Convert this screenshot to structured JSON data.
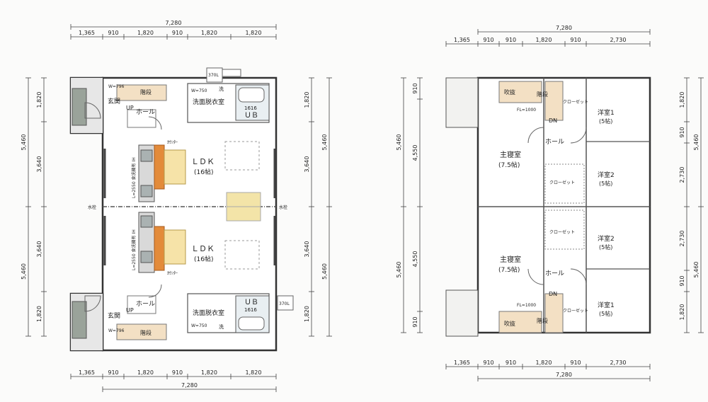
{
  "floor1": {
    "total_width": "7,280",
    "top_dims": [
      "1,365",
      "910",
      "1,820",
      "910",
      "1,820",
      "1,820"
    ],
    "bottom_dims": [
      "1,365",
      "910",
      "1,820",
      "910",
      "1,820",
      "1,820"
    ],
    "left_dims_outer": [
      "5,460",
      "5,460"
    ],
    "left_dims_inner": [
      "1,820",
      "3,640",
      "3,640",
      "1,820"
    ],
    "right_dims_outer": [
      "5,460",
      "5,460"
    ],
    "right_dims_inner": [
      "1,820",
      "3,640",
      "3,640",
      "1,820"
    ],
    "rooms": {
      "genkan": "玄関",
      "kaidan": "階段",
      "hall": "ホール",
      "senmen": "洗面脱衣室",
      "ub_size": "1616",
      "ub": "ＵＢ",
      "ldk": "ＬＤＫ",
      "ldk_size": "(16帖)",
      "counter": "ｶｳﾝﾀｰ",
      "kitchen_note": "L=2550 食洗機有 IH",
      "up": "UP",
      "shoe": "W=796",
      "wash_w": "W=750",
      "tank": "370L",
      "mizumoto": "水栓",
      "wash": "洗"
    }
  },
  "floor2": {
    "total_width": "7,280",
    "top_dims": [
      "1,365",
      "910",
      "910",
      "1,820",
      "910",
      "2,730"
    ],
    "bottom_dims": [
      "1,365",
      "910",
      "910",
      "1,820",
      "910",
      "2,730"
    ],
    "left_dims_outer": [
      "5,460",
      "5,460"
    ],
    "left_dims_inner": [
      "910",
      "4,550",
      "4,550",
      "910"
    ],
    "right_dims_outer": [
      "5,460",
      "5,460"
    ],
    "right_dims_inner": [
      "1,820",
      "910",
      "2,730",
      "2,730",
      "910",
      "1,820"
    ],
    "rooms": {
      "fukinuke": "吹抜",
      "kaidan": "階段",
      "fl": "FL=1000",
      "dn": "DN",
      "hall": "ホール",
      "master": "主寝室",
      "master_size": "(7.5帖)",
      "yoshitsu1": "洋室1",
      "yoshitsu2": "洋室2",
      "size5": "(5帖)",
      "closet": "クローゼット"
    }
  }
}
